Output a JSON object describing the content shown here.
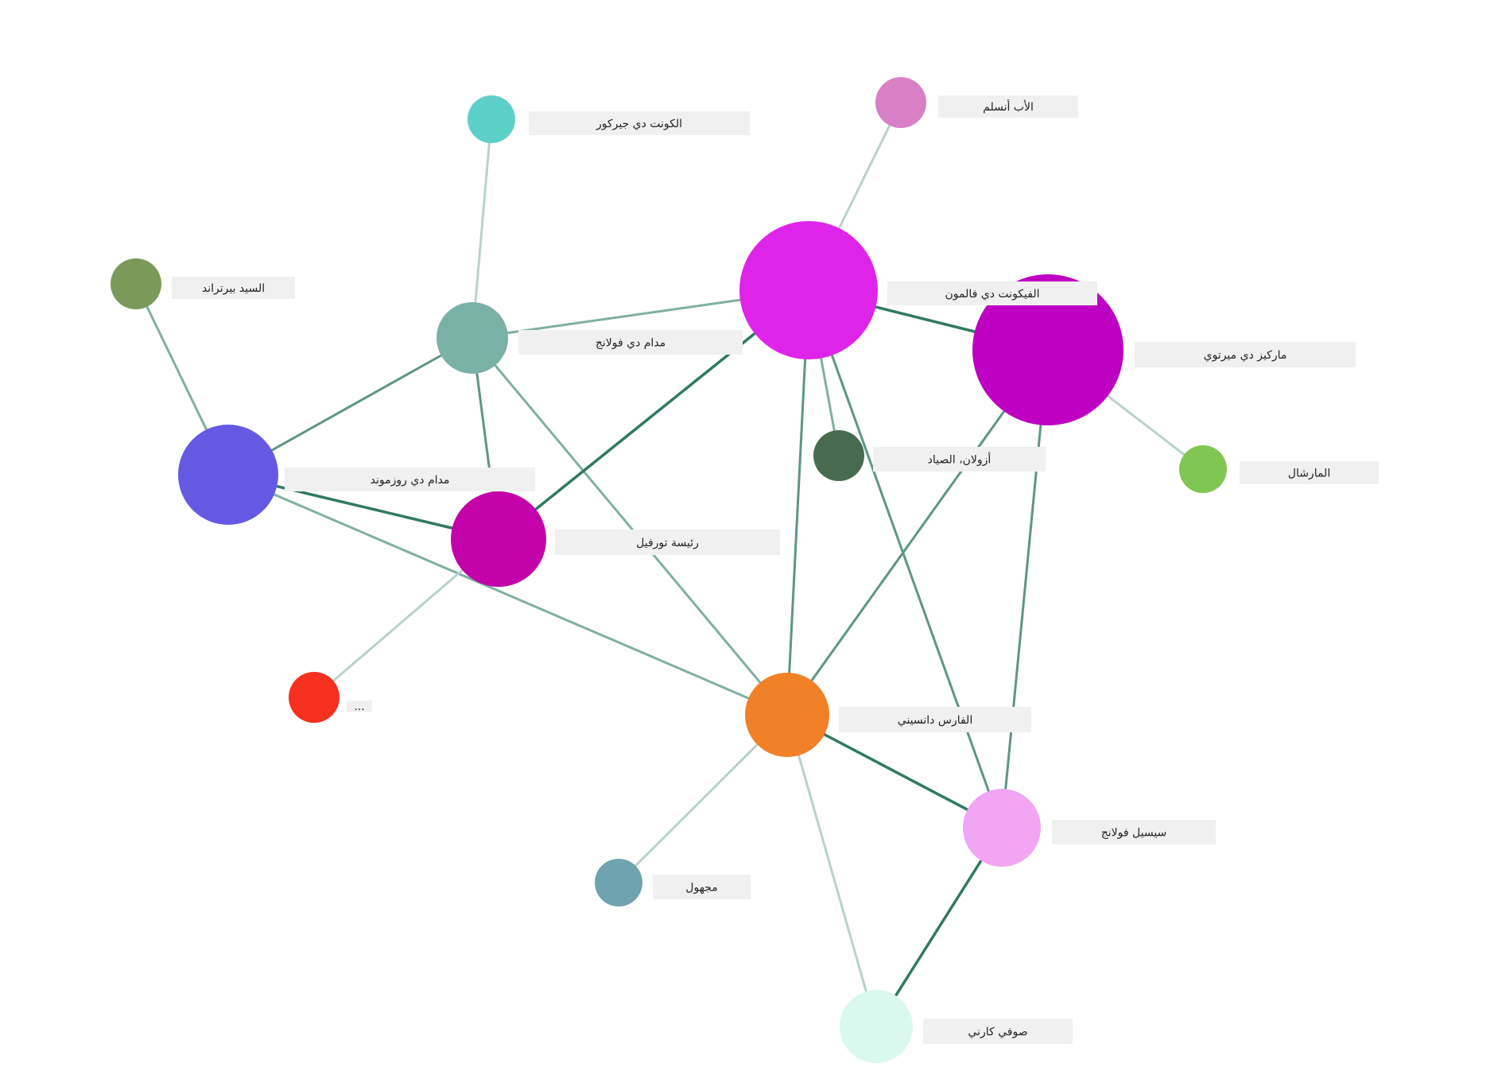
{
  "nodes": [
    {
      "id": "count",
      "label": "الكونت دي جيركور",
      "color": "#5ccfc9",
      "size": 1
    },
    {
      "id": "abbe",
      "label": "الأب أنسلم",
      "color": "#d97fc6",
      "size": 1
    },
    {
      "id": "bertrand",
      "label": "السيد بيرتراند",
      "color": "#7b9a5a",
      "size": 1
    },
    {
      "id": "volanges",
      "label": "مدام دي فولانج",
      "color": "#7ab1a7",
      "size": 2
    },
    {
      "id": "valmont",
      "label": "الفيكونت دي فالمون",
      "color": "#df24ea",
      "size": 5
    },
    {
      "id": "merteuil",
      "label": "ماركيز دي ميرتوي",
      "color": "#be00c2",
      "size": 5
    },
    {
      "id": "rosemonde",
      "label": "مدام دي روزموند",
      "color": "#6559e3",
      "size": 3
    },
    {
      "id": "azolan",
      "label": "أزولان، الصياد",
      "color": "#486b50",
      "size": 1
    },
    {
      "id": "marechal",
      "label": "المارشال",
      "color": "#80c652",
      "size": 1
    },
    {
      "id": "tourvel",
      "label": "رئيسة تورفيل",
      "color": "#c402a9",
      "size": 3
    },
    {
      "id": "unknown_red",
      "label": "...",
      "color": "#f5301e",
      "size": 1
    },
    {
      "id": "danceny",
      "label": "الفارس دانسيني",
      "color": "#f28026",
      "size": 3
    },
    {
      "id": "cecile",
      "label": "سيسيل فولانج",
      "color": "#f1a5f2",
      "size": 3
    },
    {
      "id": "unknown",
      "label": "مجهول",
      "color": "#6fa3af",
      "size": 1
    },
    {
      "id": "sophie",
      "label": "صوفي كارني",
      "color": "#dbf8ef",
      "size": 2
    }
  ],
  "edges": [
    {
      "source": "count",
      "target": "volanges",
      "weight": 1
    },
    {
      "source": "abbe",
      "target": "valmont",
      "weight": 1
    },
    {
      "source": "bertrand",
      "target": "rosemonde",
      "weight": 2
    },
    {
      "source": "volanges",
      "target": "rosemonde",
      "weight": 3
    },
    {
      "source": "volanges",
      "target": "tourvel",
      "weight": 3
    },
    {
      "source": "volanges",
      "target": "valmont",
      "weight": 2
    },
    {
      "source": "volanges",
      "target": "danceny",
      "weight": 2
    },
    {
      "source": "valmont",
      "target": "merteuil",
      "weight": 4
    },
    {
      "source": "valmont",
      "target": "tourvel",
      "weight": 4
    },
    {
      "source": "valmont",
      "target": "azolan",
      "weight": 2
    },
    {
      "source": "valmont",
      "target": "danceny",
      "weight": 3
    },
    {
      "source": "valmont",
      "target": "cecile",
      "weight": 3
    },
    {
      "source": "merteuil",
      "target": "marechal",
      "weight": 1
    },
    {
      "source": "merteuil",
      "target": "danceny",
      "weight": 3
    },
    {
      "source": "merteuil",
      "target": "cecile",
      "weight": 3
    },
    {
      "source": "rosemonde",
      "target": "tourvel",
      "weight": 4
    },
    {
      "source": "rosemonde",
      "target": "danceny",
      "weight": 2
    },
    {
      "source": "tourvel",
      "target": "unknown_red",
      "weight": 1
    },
    {
      "source": "danceny",
      "target": "cecile",
      "weight": 4
    },
    {
      "source": "danceny",
      "target": "unknown",
      "weight": 1
    },
    {
      "source": "danceny",
      "target": "sophie",
      "weight": 1
    },
    {
      "source": "cecile",
      "target": "sophie",
      "weight": 4
    }
  ]
}
